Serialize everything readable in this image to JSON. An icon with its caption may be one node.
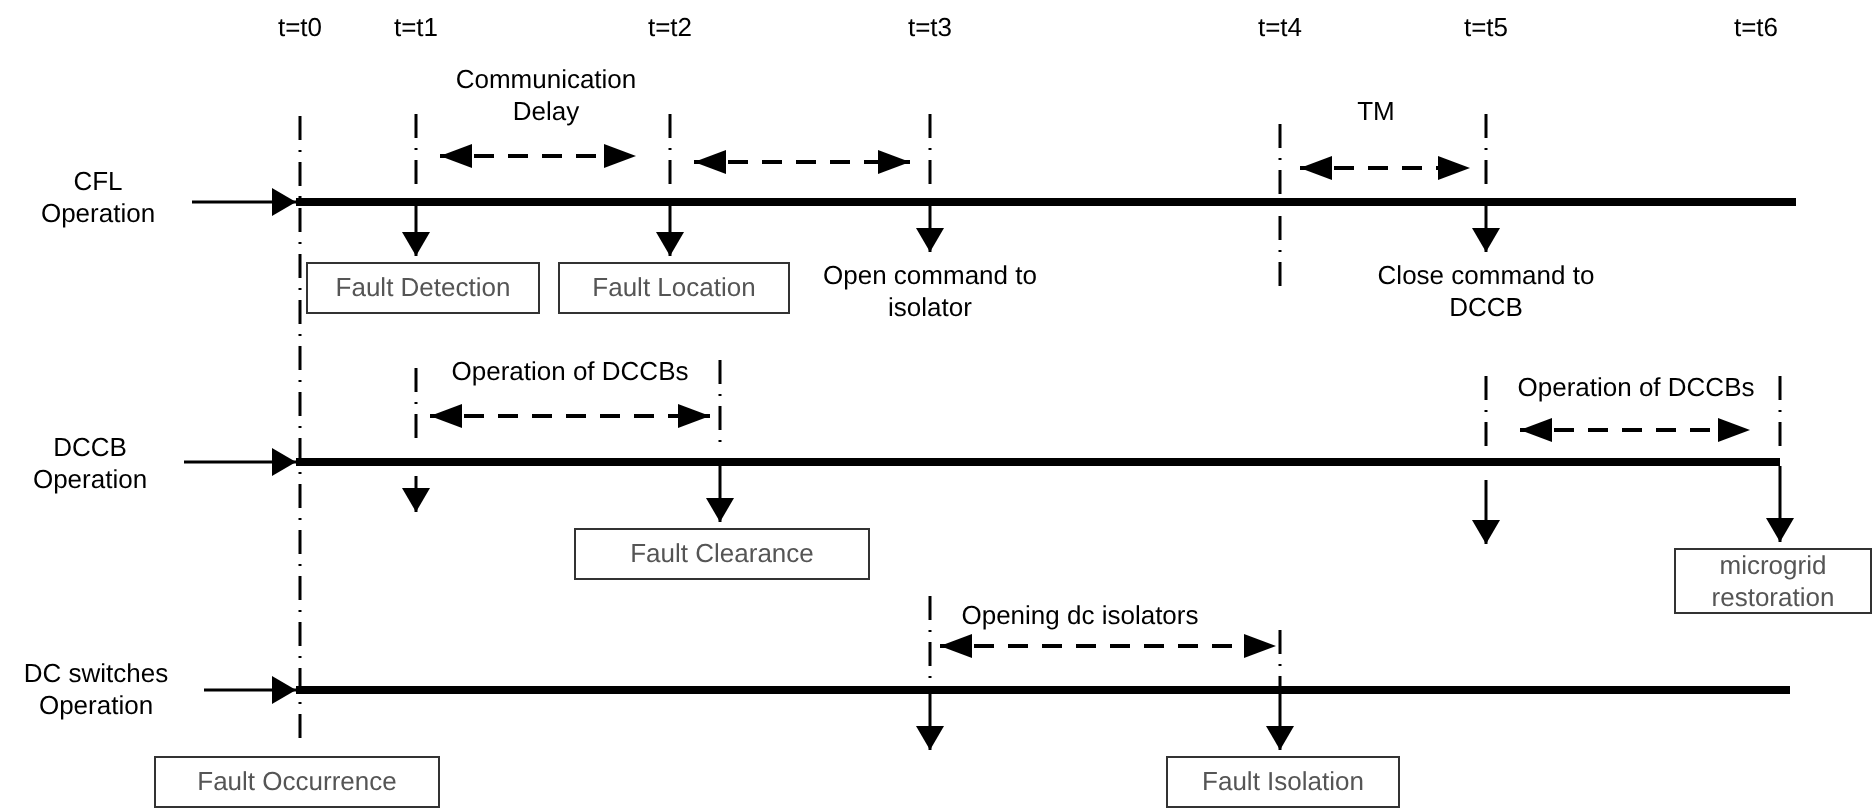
{
  "diagram": {
    "nodes": [
      {
        "text": [
          "CFL Operation"
        ]
      },
      {
        "text": [],
        "shape": "bar"
      },
      {
        "text": [
          "Fault Detection"
        ]
      },
      {
        "text": [
          "Fault Location"
        ]
      },
      {
        "text": [
          "Open command to isolator"
        ]
      },
      {
        "text": [
          "Close command to DCCB"
        ]
      },
      {
        "text": [
          "DCCB Operation"
        ]
      },
      {
        "text": [],
        "shape": "bar"
      },
      {
        "text": [
          "Fault Clearance"
        ]
      },
      {
        "text": [
          "microgrid restoration"
        ]
      },
      {
        "text": [
          "DC switches Operation"
        ]
      },
      {
        "text": [],
        "shape": "bar"
      },
      {
        "text": [
          "Fault Occurrence"
        ]
      },
      {
        "text": [
          "Fault Isolation"
        ]
      }
    ],
    "edges": [
      {
        "from": 0,
        "to": 1,
        "arrow": "to"
      },
      {
        "from": 1,
        "to": 2,
        "arrow": "to"
      },
      {
        "from": 1,
        "to": 3,
        "arrow": "to"
      },
      {
        "from": 1,
        "to": 4,
        "arrow": "to"
      },
      {
        "from": 1,
        "to": 5,
        "arrow": "to"
      },
      {
        "from": 6,
        "to": 7,
        "arrow": "to"
      },
      {
        "from": 7,
        "to": null,
        "arrow": "to"
      },
      {
        "from": 7,
        "to": 8,
        "arrow": "to"
      },
      {
        "from": 7,
        "to": null,
        "arrow": "to"
      },
      {
        "from": 7,
        "to": 9,
        "arrow": "to"
      },
      {
        "from": 10,
        "to": 11,
        "arrow": "to"
      },
      {
        "from": 11,
        "to": null,
        "arrow": "to"
      },
      {
        "from": 11,
        "to": 13,
        "arrow": "to"
      }
    ],
    "labels": [
      "t=t0",
      "t=t1",
      "t=t2",
      "t=t3",
      "t=t4",
      "t=t5",
      "t=t6",
      "Communication Delay",
      "TM",
      "Operation of DCCBs",
      "Operation of DCCBs",
      "Opening dc isolators"
    ]
  }
}
